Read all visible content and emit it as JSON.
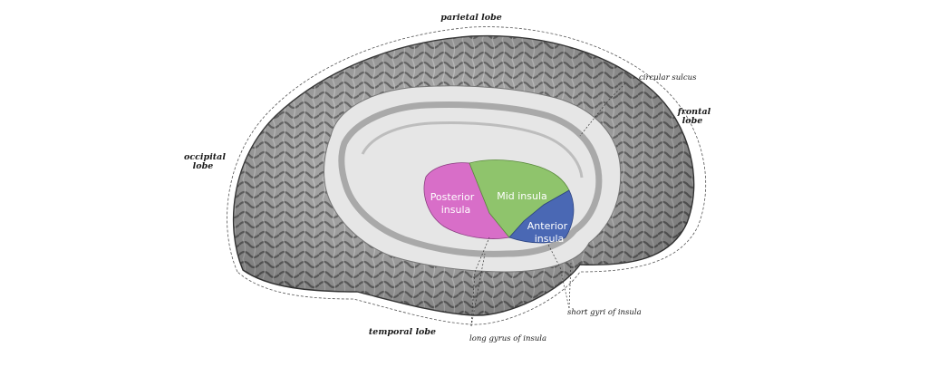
{
  "labels": {
    "parietal": "parietal lobe",
    "circular_sulcus": "circular sulcus",
    "frontal_1": "frontal",
    "frontal_2": "lobe",
    "occipital_1": "occipital",
    "occipital_2": "lobe",
    "temporal": "temporal lobe",
    "short_gyri": "short gyri of insula",
    "long_gyrus": "long gyrus of insula"
  },
  "regions": {
    "posterior_1": "Posterior",
    "posterior_2": "insula",
    "mid": "Mid insula",
    "anterior_1": "Anterior",
    "anterior_2": "insula"
  },
  "colors": {
    "posterior": "#d86ec8",
    "mid": "#8fc46c",
    "anterior": "#4a68b4",
    "cortex": "#9b9b9b",
    "cortex_dark": "#5a5a5a",
    "white_matter": "#e6e6e6"
  }
}
